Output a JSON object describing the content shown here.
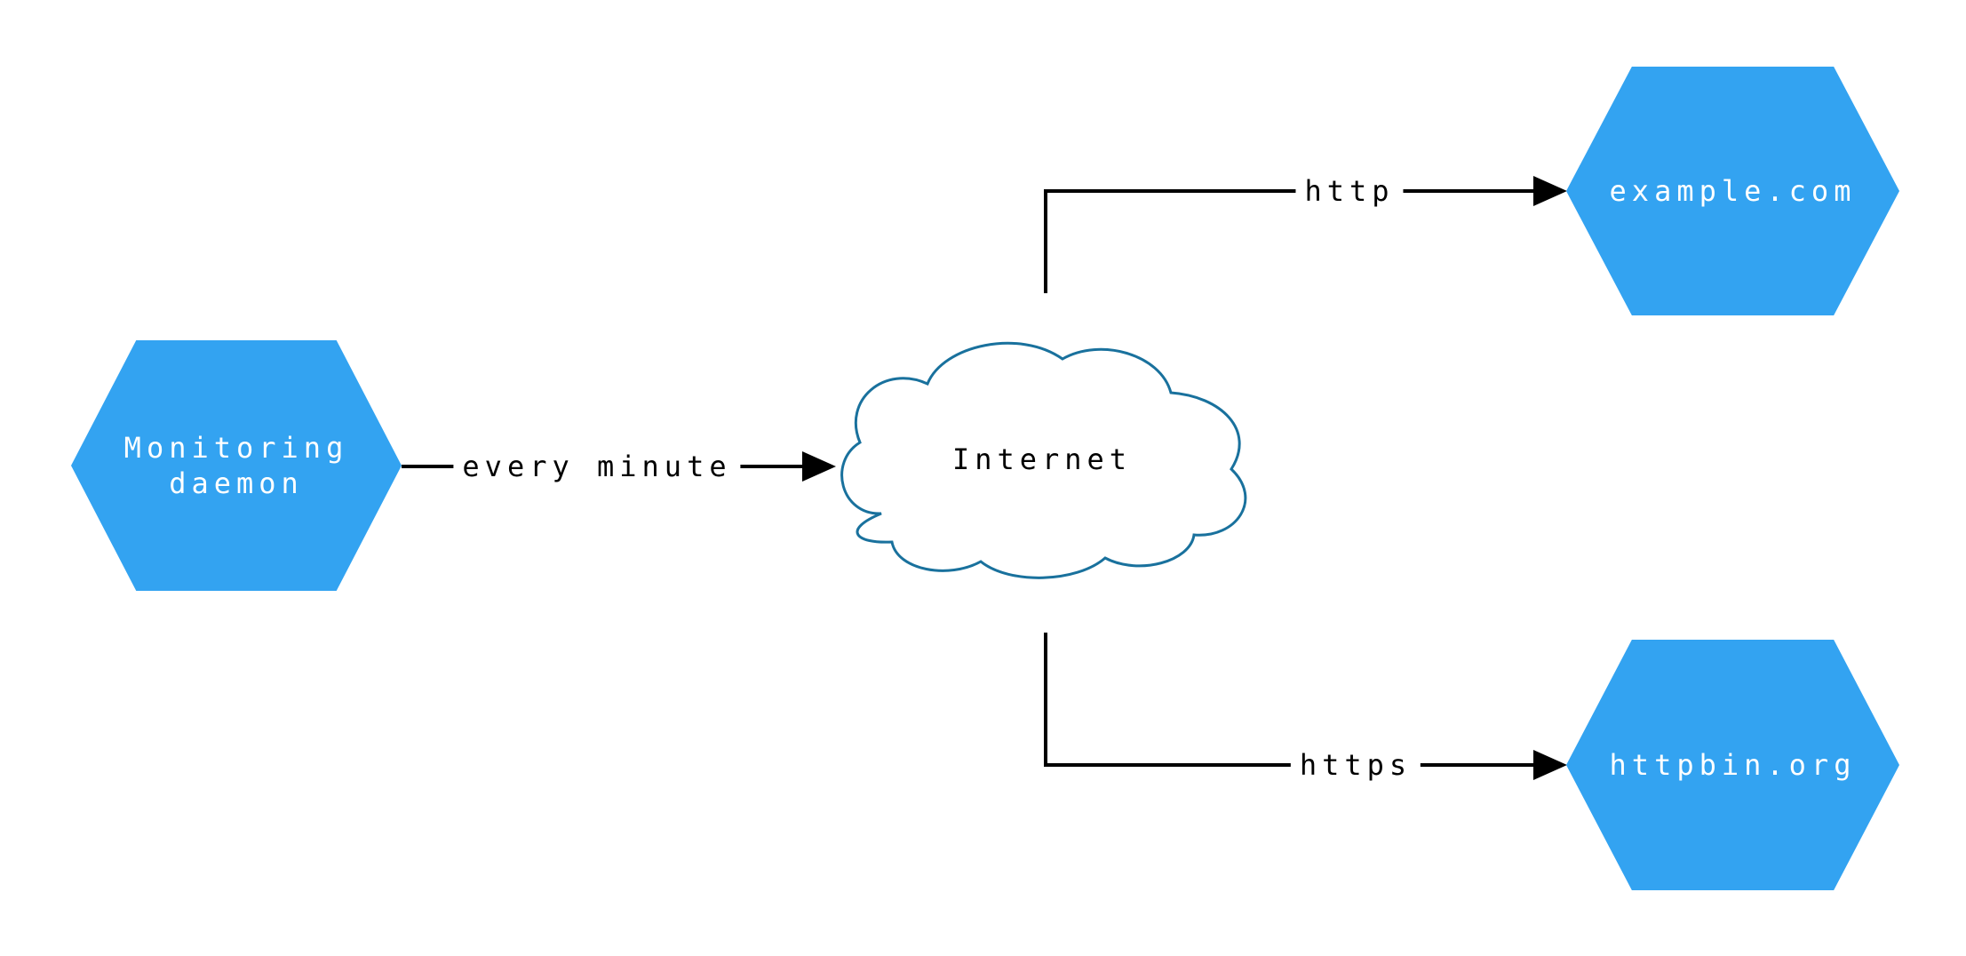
{
  "diagram": {
    "type": "network-flow",
    "background_color": "#ffffff",
    "node_fill_color": "#33a3f1",
    "node_text_color": "#ffffff",
    "cloud_outline_color": "#19719d",
    "edge_color": "#000000",
    "nodes": {
      "monitoring_daemon": {
        "label": "Monitoring daemon",
        "shape": "hexagon"
      },
      "internet": {
        "label": "Internet",
        "shape": "cloud"
      },
      "example_com": {
        "label": "example.com",
        "shape": "hexagon"
      },
      "httpbin_org": {
        "label": "httpbin.org",
        "shape": "hexagon"
      }
    },
    "edges": [
      {
        "from": "monitoring_daemon",
        "to": "internet",
        "label": "every minute"
      },
      {
        "from": "internet",
        "to": "example_com",
        "label": "http"
      },
      {
        "from": "internet",
        "to": "httpbin_org",
        "label": "https"
      }
    ]
  }
}
